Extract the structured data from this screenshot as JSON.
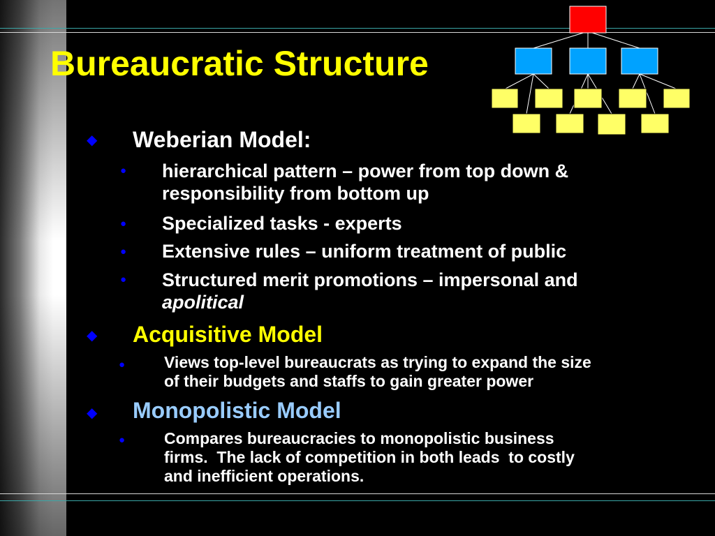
{
  "slide": {
    "title": "Bureaucratic Structure",
    "items": [
      {
        "heading": "Weberian Model:",
        "subitems": [
          {
            "line1": "hierarchical pattern – power from top down &",
            "line2": "responsibility from bottom up"
          },
          {
            "line1": "Specialized tasks - experts"
          },
          {
            "line1": "Extensive rules – uniform treatment of public"
          },
          {
            "line1": "Structured merit promotions – impersonal and",
            "line2": "apolitical"
          }
        ]
      },
      {
        "heading": "Acquisitive Model",
        "subitems": [
          {
            "line1": "Views top-level bureaucrats as trying to expand the size",
            "line2": "of their budgets and staffs to gain greater power"
          }
        ]
      },
      {
        "heading": "Monopolistic Model",
        "subitems": [
          {
            "line1": "Compares bureaucracies to monopolistic business",
            "line2": "firms.  The lack of competition in both leads  to costly",
            "line3": "and inefficient operations."
          }
        ]
      }
    ]
  },
  "colors": {
    "title": "#ffff00",
    "weberian_heading": "#ffffff",
    "acquisitive_heading": "#ffff00",
    "monopolistic_heading": "#99ccff",
    "bullet": "#0000ff",
    "org_top": "#ff0000",
    "org_mid": "#00a2ff",
    "org_bottom": "#ffff66",
    "rule_teal": "#3aa7a7"
  },
  "icons": {
    "level1_bullet": "diamond-bullet-icon",
    "level2_bullet": "dot-bullet-icon",
    "org_chart": "hierarchy-org-chart-icon"
  }
}
